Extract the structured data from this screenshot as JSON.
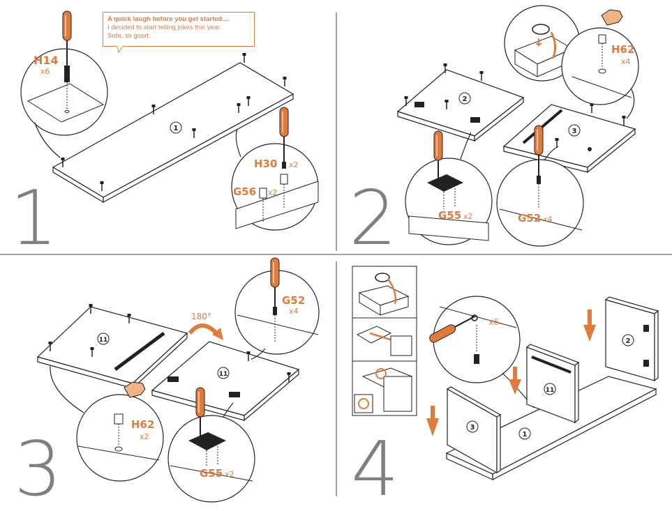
{
  "joke": {
    "title": "A quick laugh before you get started....",
    "line1": "I decided to start telling jokes this year.",
    "line2": "Sofa, so good."
  },
  "steps": [
    {
      "number": "1",
      "panel": "1",
      "parts": [
        {
          "code": "H14",
          "qty": "x6"
        },
        {
          "code": "H30",
          "qty": "x2"
        },
        {
          "code": "G56",
          "qty": "x2"
        }
      ]
    },
    {
      "number": "2",
      "panels": [
        "2",
        "3"
      ],
      "parts": [
        {
          "code": "H62",
          "qty": "x4"
        },
        {
          "code": "G55",
          "qty": "x2"
        },
        {
          "code": "G52",
          "qty": "x4"
        }
      ]
    },
    {
      "number": "3",
      "panel": "11",
      "rotation": "180°",
      "parts": [
        {
          "code": "G52",
          "qty": "x4"
        },
        {
          "code": "H62",
          "qty": "x2"
        },
        {
          "code": "G55",
          "qty": "x2"
        }
      ]
    },
    {
      "number": "4",
      "panels": [
        "3",
        "1",
        "11",
        "2"
      ],
      "parts": [
        {
          "qty": "x6"
        }
      ]
    }
  ],
  "colors": {
    "accent": "#e07b3c",
    "line": "#222222",
    "stepNumber": "#808080"
  }
}
